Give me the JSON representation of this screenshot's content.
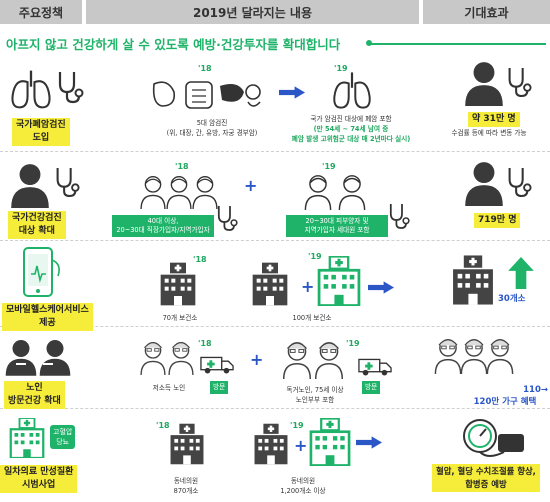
{
  "header": {
    "col1": "주요정책",
    "col2": "2019년 달라지는 내용",
    "col3": "기대효과"
  },
  "headline": "아프지 않고 건강하게 살 수 있도록 예방·건강투자를 확대합니다",
  "rows": [
    {
      "policy": [
        "국가폐암검진",
        "도입"
      ],
      "year1": "'18",
      "before": [
        "5대 암검진",
        "(위, 대장, 간, 유방, 자궁 경부암)"
      ],
      "year2": "'19",
      "after": [
        "국가 암검진 대상에 폐암 포함"
      ],
      "after_note": [
        "(만 54세 ~ 74세 남여 중",
        "폐암 발생 고위험군 대상 매 2년마다 실시)"
      ],
      "effect": "약 31만 명",
      "effect_note": "수검률 등에 따라 변동 가능"
    },
    {
      "policy": [
        "국가건강검진",
        "대상 확대"
      ],
      "year1": "'18",
      "before": [
        "40대 이상,",
        "20~30대 직장가입자/지역가입자"
      ],
      "year2": "'19",
      "after": [
        "20~30대 피부양자 및",
        "지역가입자 세대원 포함"
      ],
      "effect": "719만 명"
    },
    {
      "policy": [
        "모바일헬스케어서비스",
        "제공"
      ],
      "year1": "'18",
      "before": [
        "70개 보건소"
      ],
      "year2": "'19",
      "after": [
        "100개 보건소"
      ],
      "effect": "30개소"
    },
    {
      "policy": [
        "노인",
        "방문건강 확대"
      ],
      "year1": "'18",
      "before": [
        "저소득 노인"
      ],
      "before_tag": "방문",
      "year2": "'19",
      "after": [
        "독거노인, 75세 이상",
        "노인부부 포함"
      ],
      "after_tag": "방문",
      "effect": [
        "110→",
        "120만 가구 혜택"
      ]
    },
    {
      "policy": [
        "일차의료 만성질환",
        "시범사업"
      ],
      "policy_tag": [
        "고혈압",
        "당뇨"
      ],
      "year1": "'18",
      "before": [
        "동네의원",
        "870개소"
      ],
      "year2": "'19",
      "after": [
        "동네의원",
        "1,200개소 이상"
      ],
      "effect": [
        "혈압, 혈당 수치조절률 향상,",
        "합병증 예방"
      ]
    }
  ],
  "colors": {
    "green": "#1fb36a",
    "blue": "#2a56c6",
    "yellow": "#f6ec3a",
    "header_gray": "#c8c8c8"
  },
  "icons": [
    "lungs-stethoscope-icon",
    "organs-icon",
    "lungs-icon",
    "arrow-right-icon",
    "person-stethoscope-icon",
    "family-icon",
    "couple-icon",
    "phone-icon",
    "health-center-icon",
    "arrow-up-icon",
    "elderly-couple-icon",
    "van-icon",
    "doctors-icon",
    "clinic-icon",
    "blood-pressure-monitor-icon"
  ]
}
